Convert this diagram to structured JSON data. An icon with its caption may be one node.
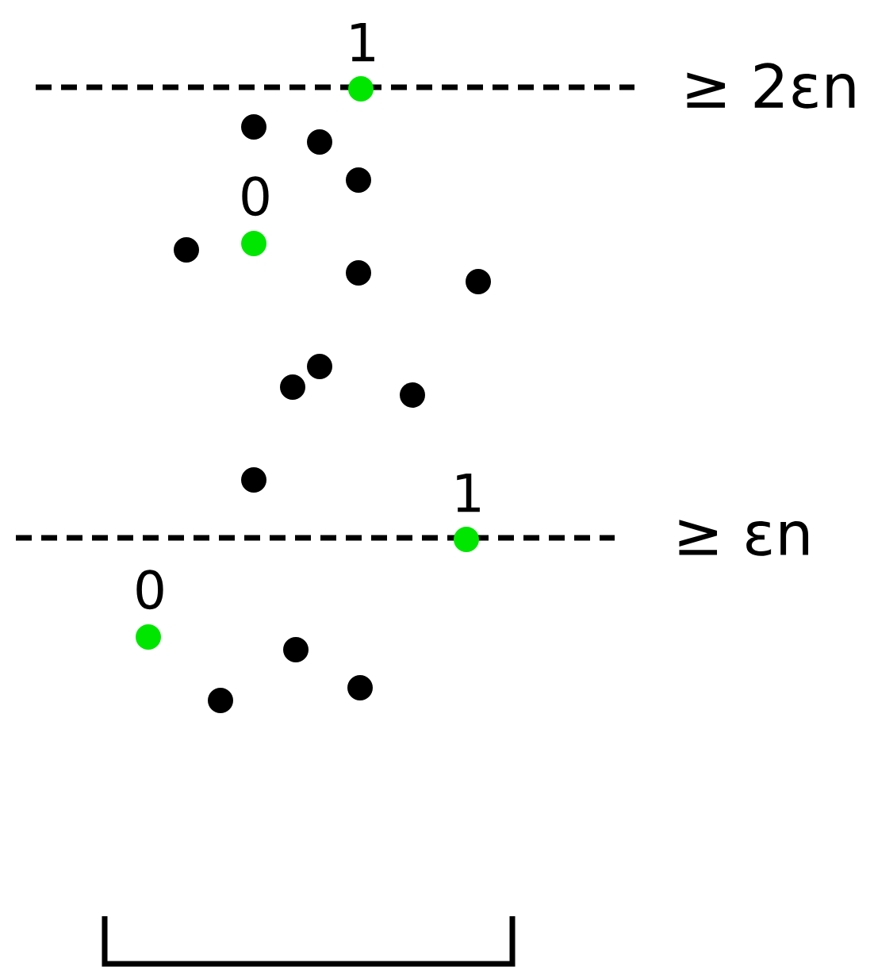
{
  "diagram": {
    "nodes": [
      {
        "text": [
          "1"
        ]
      },
      {
        "text": [],
        "shape": "circle"
      },
      {
        "text": [],
        "shape": "circle"
      },
      {
        "text": [],
        "shape": "circle"
      },
      {
        "text": [
          "0"
        ]
      },
      {
        "text": [],
        "shape": "circle"
      },
      {
        "text": [],
        "shape": "circle"
      },
      {
        "text": [],
        "shape": "circle"
      },
      {
        "text": [],
        "shape": "circle"
      },
      {
        "text": [],
        "shape": "circle"
      },
      {
        "text": [],
        "shape": "circle"
      },
      {
        "text": [],
        "shape": "circle"
      },
      {
        "text": [
          "1"
        ]
      },
      {
        "text": [
          "0"
        ]
      },
      {
        "text": [],
        "shape": "circle"
      },
      {
        "text": [],
        "shape": "circle"
      },
      {
        "text": [],
        "shape": "circle"
      }
    ],
    "labels": [
      "≥ 2εn",
      "≥ εn"
    ]
  }
}
